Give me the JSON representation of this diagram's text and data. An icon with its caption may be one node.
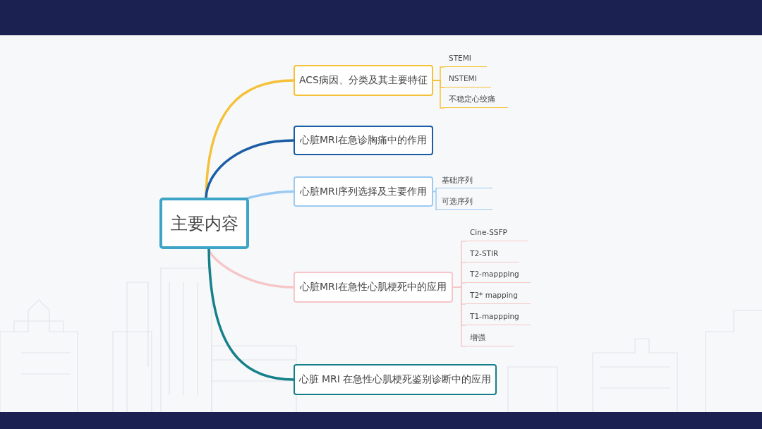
{
  "diagram": {
    "nodes": [
      {
        "text": [
          "主要内容"
        ]
      },
      {
        "text": [
          "ACS病因、分类及其主要特征"
        ]
      },
      {
        "text": [
          "STEMI"
        ]
      },
      {
        "text": [
          "NSTEMI"
        ]
      },
      {
        "text": [
          "不稳定心绞痛"
        ]
      },
      {
        "text": [
          "心脏MRI在急诊胸痛中的作用"
        ]
      },
      {
        "text": [
          "心脏MRI序列选择及主要作用"
        ]
      },
      {
        "text": [
          "基础序列"
        ]
      },
      {
        "text": [
          "可选序列"
        ]
      },
      {
        "text": [
          "心脏MRI在急性心肌梗死中的应用"
        ]
      },
      {
        "text": [
          "Cine-SSFP"
        ]
      },
      {
        "text": [
          "T2-STIR"
        ]
      },
      {
        "text": [
          "T2-mappping"
        ]
      },
      {
        "text": [
          "T2* mapping"
        ]
      },
      {
        "text": [
          "T1-mappping"
        ]
      },
      {
        "text": [
          "增强"
        ]
      },
      {
        "text": [
          "心脏 MRI 在急性心肌梗死鉴别诊断中的应用"
        ]
      }
    ],
    "edges": [
      {
        "from": 0,
        "to": 1,
        "arrow": "none",
        "style": "thick",
        "color": "#f5c138"
      },
      {
        "from": 0,
        "to": 5,
        "arrow": "none",
        "style": "thick",
        "color": "#1b5ea6"
      },
      {
        "from": 0,
        "to": 6,
        "arrow": "none",
        "style": "thick",
        "color": "#9ccaf2"
      },
      {
        "from": 0,
        "to": 9,
        "arrow": "none",
        "style": "thick",
        "color": "#f6c6c8"
      },
      {
        "from": 0,
        "to": 16,
        "arrow": "none",
        "style": "thick",
        "color": "#16808a"
      },
      {
        "from": 1,
        "to": 2,
        "arrow": "none",
        "color": "#f5c138"
      },
      {
        "from": 1,
        "to": 3,
        "arrow": "none",
        "color": "#f5c138"
      },
      {
        "from": 1,
        "to": 4,
        "arrow": "none",
        "color": "#f5c138"
      },
      {
        "from": 6,
        "to": 7,
        "arrow": "none",
        "color": "#9ccaf2"
      },
      {
        "from": 6,
        "to": 8,
        "arrow": "none",
        "color": "#9ccaf2"
      },
      {
        "from": 9,
        "to": 10,
        "arrow": "none",
        "color": "#f6c6c8"
      },
      {
        "from": 9,
        "to": 11,
        "arrow": "none",
        "color": "#f6c6c8"
      },
      {
        "from": 9,
        "to": 12,
        "arrow": "none",
        "color": "#f6c6c8"
      },
      {
        "from": 9,
        "to": 13,
        "arrow": "none",
        "color": "#f6c6c8"
      },
      {
        "from": 9,
        "to": 14,
        "arrow": "none",
        "color": "#f6c6c8"
      },
      {
        "from": 9,
        "to": 15,
        "arrow": "none",
        "color": "#f6c6c8"
      }
    ]
  }
}
